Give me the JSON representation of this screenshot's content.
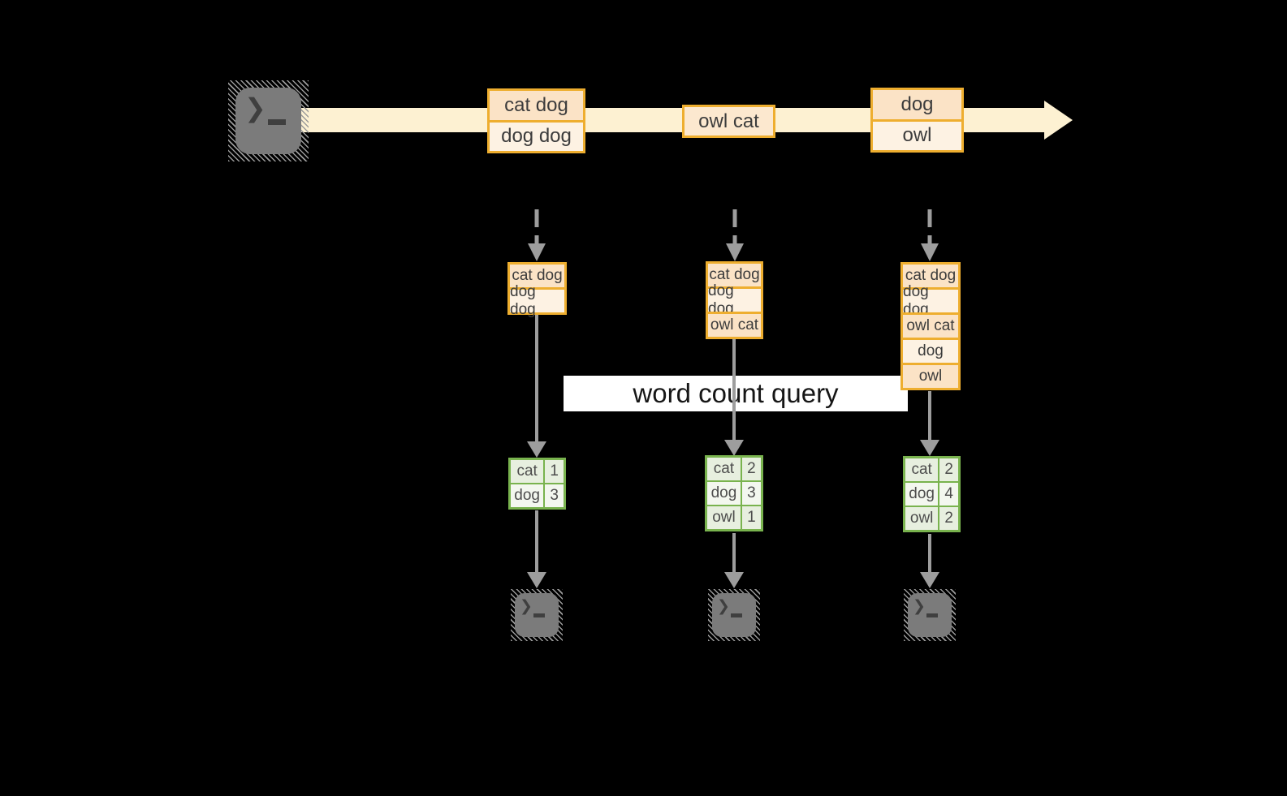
{
  "query": {
    "label": "word count query"
  },
  "stream": {
    "batches": [
      {
        "rows": [
          "cat dog",
          "dog dog"
        ]
      },
      {
        "rows": [
          "owl cat"
        ]
      },
      {
        "rows": [
          "dog",
          "owl"
        ]
      }
    ]
  },
  "micro_batches": [
    {
      "rows": [
        "cat dog",
        "dog dog"
      ]
    },
    {
      "rows": [
        "cat dog",
        "dog dog",
        "owl cat"
      ]
    },
    {
      "rows": [
        "cat dog",
        "dog dog",
        "owl cat",
        "dog",
        "owl"
      ]
    }
  ],
  "word_counts": [
    {
      "rows": [
        {
          "word": "cat",
          "count": "1"
        },
        {
          "word": "dog",
          "count": "3"
        }
      ]
    },
    {
      "rows": [
        {
          "word": "cat",
          "count": "2"
        },
        {
          "word": "dog",
          "count": "3"
        },
        {
          "word": "owl",
          "count": "1"
        }
      ]
    },
    {
      "rows": [
        {
          "word": "cat",
          "count": "2"
        },
        {
          "word": "dog",
          "count": "4"
        },
        {
          "word": "owl",
          "count": "2"
        }
      ]
    }
  ],
  "icons": {
    "source": "terminal-icon",
    "sink": "terminal-icon",
    "prompt_glyph": "❯"
  },
  "colors": {
    "background": "#000000",
    "stream_fill": "#fdf1d2",
    "box_border": "#eeae2f",
    "box_fill_dark": "#fbe3c6",
    "box_fill_mid": "#fce8cf",
    "box_fill_light": "#fdf2e3",
    "table_border": "#79b34e",
    "cell_fill_dark": "#e7efdf",
    "cell_fill_light": "#f3f7ef",
    "arrow_gray": "#9d9d9d",
    "icon_gray": "#7b7b7b",
    "label_bg": "#ffffff"
  }
}
